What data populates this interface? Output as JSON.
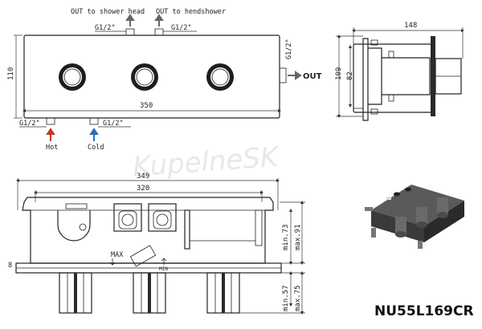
{
  "labels": {
    "out_shower_head": "OUT to shower head",
    "out_handshower": "OUT to hendshower",
    "g_top_left": "G1/2\"",
    "g_top_right": "G1/2\"",
    "g_right": "G1/2\"",
    "out": "OUT",
    "g_bottom_left": "G1/2\"",
    "g_bottom_right": "G1/2\"",
    "hot": "Hot",
    "cold": "Cold",
    "max": "MAX",
    "min_mark": "MIN"
  },
  "dimensions": {
    "front_height": "110",
    "front_width": "350",
    "side_width": "148",
    "side_height_outer": "109",
    "side_height_inner": "82",
    "body_width_outer": "349",
    "body_width_inner": "320",
    "depth_min": "min.73",
    "depth_max": "max.91",
    "plate": "8",
    "stem_min": "min.57",
    "stem_max": "max.75"
  },
  "watermark": "KupelneSK",
  "product_code": "NU55L169CR",
  "colors": {
    "hot_arrow": "#c0392b",
    "cold_arrow": "#2a6ebb",
    "out_arrow": "#666666",
    "line": "#222222"
  }
}
